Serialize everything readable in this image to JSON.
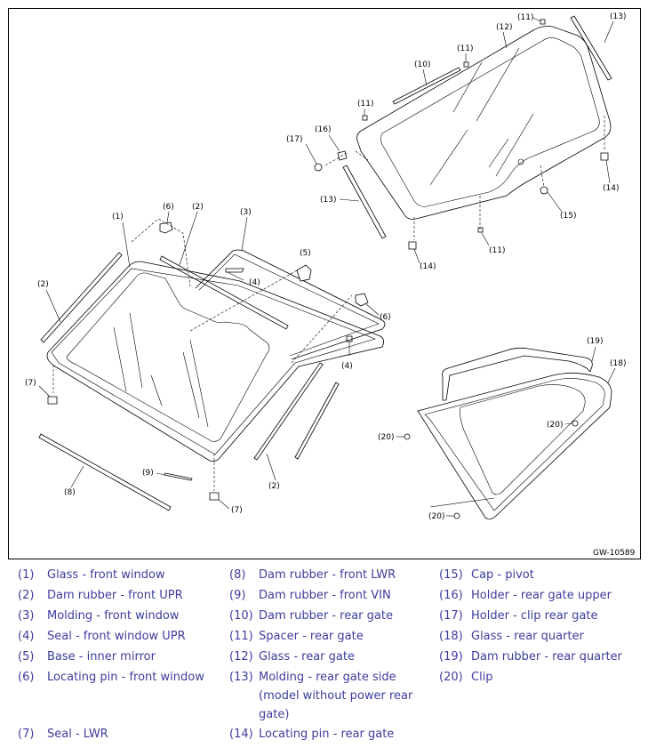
{
  "figure": {
    "reference_code": "GW-10589",
    "callout_numbers": [
      "(1)",
      "(2)",
      "(3)",
      "(4)",
      "(5)",
      "(6)",
      "(7)",
      "(8)",
      "(9)",
      "(10)",
      "(11)",
      "(12)",
      "(13)",
      "(14)",
      "(15)",
      "(16)",
      "(17)",
      "(18)",
      "(19)",
      "(20)"
    ]
  },
  "legend": {
    "col1": [
      {
        "num": "(1)",
        "label": "Glass - front window"
      },
      {
        "num": "(2)",
        "label": "Dam rubber - front UPR"
      },
      {
        "num": "(3)",
        "label": "Molding - front window"
      },
      {
        "num": "(4)",
        "label": "Seal - front window UPR"
      },
      {
        "num": "(5)",
        "label": "Base - inner mirror"
      },
      {
        "num": "(6)",
        "label": "Locating pin - front window"
      },
      {
        "num": "(7)",
        "label": "Seal - LWR"
      }
    ],
    "col2": [
      {
        "num": "(8)",
        "label": "Dam rubber - front LWR"
      },
      {
        "num": "(9)",
        "label": "Dam rubber - front VIN"
      },
      {
        "num": "(10)",
        "label": "Dam rubber - rear gate"
      },
      {
        "num": "(11)",
        "label": "Spacer - rear gate"
      },
      {
        "num": "(12)",
        "label": "Glass - rear gate"
      },
      {
        "num": "(13)",
        "label": "Molding - rear gate side (model without power rear gate)"
      },
      {
        "num": "(14)",
        "label": "Locating pin - rear gate"
      }
    ],
    "col3": [
      {
        "num": "(15)",
        "label": "Cap - pivot"
      },
      {
        "num": "(16)",
        "label": "Holder - rear gate upper"
      },
      {
        "num": "(17)",
        "label": "Holder - clip rear gate"
      },
      {
        "num": "(18)",
        "label": "Glass - rear quarter"
      },
      {
        "num": "(19)",
        "label": "Dam rubber - rear quarter"
      },
      {
        "num": "(20)",
        "label": "Clip"
      }
    ]
  }
}
